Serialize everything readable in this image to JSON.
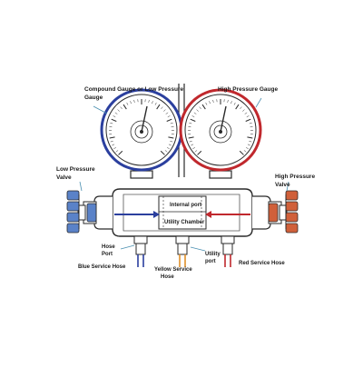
{
  "labels": {
    "compound_gauge_line1": "Compound Gauge or Low Pressure",
    "compound_gauge_line2": "Gauge",
    "high_pressure_gauge": "High Pressure Gauge",
    "low_pressure_valve_line1": "Low Pressure",
    "low_pressure_valve_line2": "Valve",
    "high_pressure_valve_line1": "High Pressure",
    "high_pressure_valve_line2": "Valve",
    "internal_port": "Internal port",
    "utility_chamber": "Utility Chamber",
    "hose_port_line1": "Hose",
    "hose_port_line2": "Port",
    "utility_port_line1": "Utility",
    "utility_port_line2": "port",
    "blue_service_hose": "Blue Service Hose",
    "yellow_service_hose_line1": "Yellow Service",
    "yellow_service_hose_line2": "Hose",
    "red_service_hose": "Red Service Hose"
  },
  "colors": {
    "low_side": "#2b3f9e",
    "high_side": "#c0282d",
    "yellow_hose": "#e0902a",
    "outline": "#2a2a2a",
    "low_valve": "#5a82c8",
    "high_valve": "#d0603a"
  }
}
